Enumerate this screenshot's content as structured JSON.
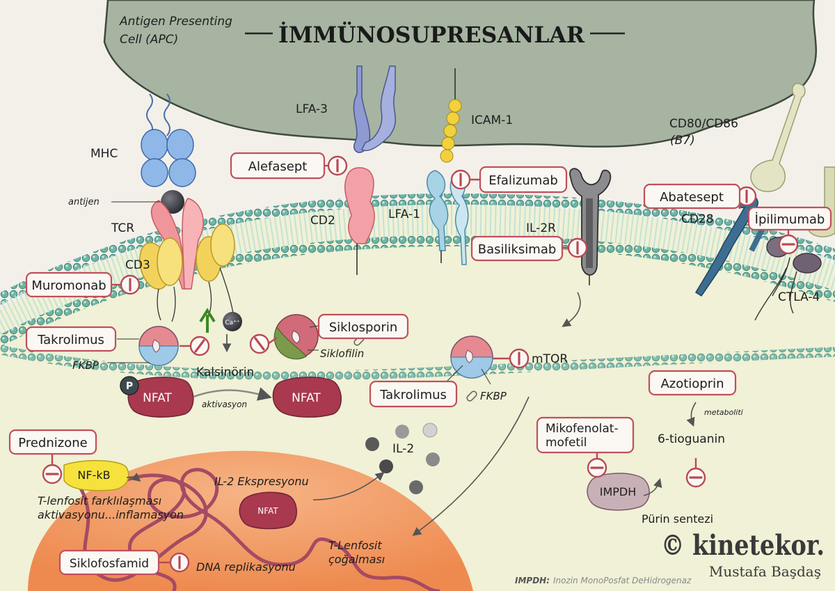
{
  "title": "İMMÜNOSUPRESANLAR",
  "apc_label": [
    "Antigen Presenting",
    "Cell (APC)"
  ],
  "receptors": {
    "mhc": "MHC",
    "antigen": "antijen",
    "tcr": "TCR",
    "cd3": "CD3",
    "lfa3": "LFA-3",
    "cd2": "CD2",
    "icam1": "ICAM-1",
    "lfa1": "LFA-1",
    "il2r": "IL-2R",
    "cd80": "CD80/CD86",
    "b7": "(B7)",
    "cd28": "CD28",
    "ctla4": "CTLA-4"
  },
  "drugs": {
    "alefasept": "Alefasept",
    "efalizumab": "Efalizumab",
    "abatesept": "Abatesept",
    "ipilimumab": "İpilimumab",
    "basiliksimab": "Basiliksimab",
    "muromonab": "Muromonab",
    "takrolimus": "Takrolimus",
    "siklosporin": "Siklosporin",
    "takrolimus2": "Takrolimus",
    "azotioprin": "Azotioprin",
    "mikofenolat": [
      "Mikofenolat-",
      "mofetil"
    ],
    "prednizone": "Prednizone",
    "siklofosfamid": "Siklofosfamid"
  },
  "intracellular": {
    "fkbp": "FKBP",
    "fkbp2": "FKBP",
    "kalsinorin": "Kalsinörin",
    "siklofilin": "Siklofilin",
    "ca": "Ca⁺⁺",
    "p": "P",
    "nfat": "NFAT",
    "nfat2": "NFAT",
    "aktivasyon": "aktivasyon",
    "mtor": "mTOR",
    "il2": "IL-2",
    "metaboliti": "metaboliti",
    "tioguanin": "6-tioguanin",
    "impdh": "IMPDH",
    "purin": "Pürin sentezi",
    "nfkb": "NF-kB",
    "tcell_diff": [
      "T-lenfosit farklılaşması",
      "aktivasyonu...inflamasyon"
    ],
    "il2_exp": "IL-2 Ekspresyonu",
    "nfat_nuc": "NFAT",
    "tcell_prolif": [
      "T-Lenfosit",
      "çoğalması"
    ],
    "dna": "DNA replikasyonu"
  },
  "footnote_key": "IMPDH:",
  "footnote_text": "Inozin MonoPosfat DeHidrogenaz",
  "brand": "© kinetekor.",
  "author": "Mustafa Başdaş",
  "colors": {
    "background": "#f3f0ea",
    "apc": "#a6b4a1",
    "membrane_bead": "#6fb4a6",
    "cytoplasm": "#f0f1d6",
    "nucleus": "#f39a62",
    "drug_border": "#c0505a",
    "nfat": "#a8394f"
  }
}
